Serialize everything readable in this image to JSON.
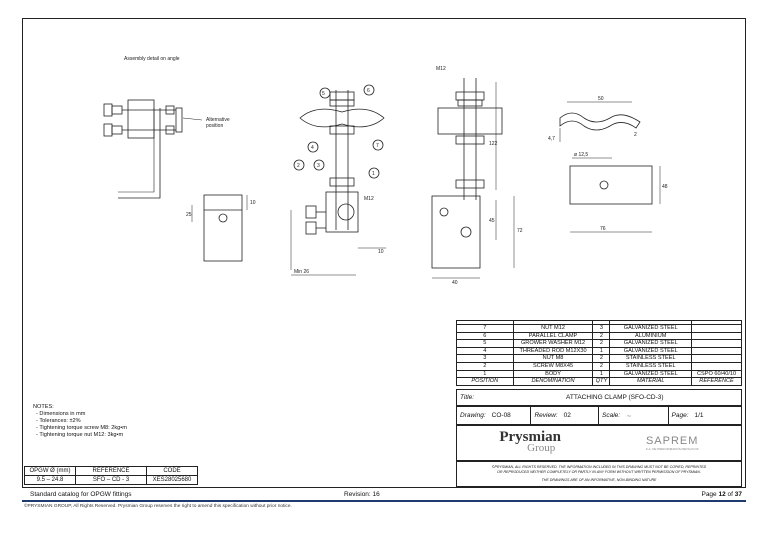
{
  "drawing": {
    "assembly_note": "Assembly detail on angle",
    "alternative_note": [
      "Alternative",
      "position"
    ],
    "callouts": [
      "5",
      "6",
      "7",
      "4",
      "2",
      "3",
      "1"
    ],
    "dims": {
      "m12_top": "M12",
      "m12_side": "M12",
      "d25_a": "25",
      "d10_a": "10",
      "d10_b": "10",
      "min26": "Min 26",
      "d122": "122",
      "d45": "45",
      "d72": "72",
      "d40": "40",
      "d50": "50",
      "d47": "4,7",
      "d2": "2",
      "d125": "ø 12,5",
      "d76": "76",
      "d48": "48"
    }
  },
  "parts": {
    "rows": [
      {
        "pos": "7",
        "name": "NUT M12",
        "qty": "3",
        "material": "GALVANIZED STEEL",
        "ref": ""
      },
      {
        "pos": "6",
        "name": "PARALLEL CLAMP",
        "qty": "2",
        "material": "ALUMINIUM",
        "ref": ""
      },
      {
        "pos": "5",
        "name": "GROWER WASHER M12",
        "qty": "2",
        "material": "GALVANIZED STEEL",
        "ref": ""
      },
      {
        "pos": "4",
        "name": "THREADED ROD M12X30",
        "qty": "1",
        "material": "GALVANIZED STEEL",
        "ref": ""
      },
      {
        "pos": "3",
        "name": "NUT M8",
        "qty": "2",
        "material": "STAINLESS STEEL",
        "ref": ""
      },
      {
        "pos": "2",
        "name": "SCREW M8X45",
        "qty": "2",
        "material": "STAINLESS STEEL",
        "ref": ""
      },
      {
        "pos": "1",
        "name": "BODY",
        "qty": "1",
        "material": "GALVANIZED STEEL",
        "ref": "CSPO 60/40/10"
      }
    ],
    "header": {
      "pos": "POSITION",
      "name": "DENOMINATION",
      "qty": "QTY",
      "material": "MATERIAL",
      "ref": "REFERENCE"
    }
  },
  "title_block": {
    "title_label": "Title:",
    "title": "ATTACHING CLAMP (SFO-CD-3)",
    "drawing_label": "Drawing:",
    "drawing": "CO-08",
    "review_label": "Review:",
    "review": "02",
    "scale_label": "Scale:",
    "page_label": "Page:",
    "page": "1/1",
    "logo1": "Prysmian",
    "logo1_sub": "Group",
    "logo2": "SAPREM",
    "logo2_sub": "S.A. DE PREFORMADOS METALICOS",
    "copy1": "©PRYSMIAN, ALL RIGHTS RESERVED. THE INFORMATION INCLUDED IN THIS DRAWING MUST NOT BE COPIED, REPRINTED",
    "copy2": "OR REPRODUCED NEITHER COMPLETELY OR PARTLY IN ANY FORM WITHOUT WRITTEN PERMISSION OF PRYSMIAN.",
    "copy3": "THE DRAWINGS ARE OF AN INFORMATIVE, NON-BINDING NATURE"
  },
  "notes": {
    "heading": "NOTES:",
    "items": [
      "- Dimensions in mm",
      "- Tolerances: ±2%",
      "- Tightening torque screw M8: 2kg•m",
      "- Tightening torque nut M12: 3kg•m"
    ]
  },
  "ref_table": {
    "headers": [
      "OPGW Ø (mm)",
      "REFERENCE",
      "CODE"
    ],
    "row": [
      "9.5 – 24.8",
      "SFO – CD - 3",
      "XES28025680"
    ]
  },
  "footer": {
    "left": "Standard catalog for OPGW fittings",
    "center": "Revision: 16",
    "right_prefix": "Page ",
    "page_num": "12",
    "right_mid": " of ",
    "page_total": "37",
    "copyright": "©PRYSMIAN GROUP, All Rights Reserved. Prysmian Group reserves the right to amend this specification without prior notice."
  }
}
